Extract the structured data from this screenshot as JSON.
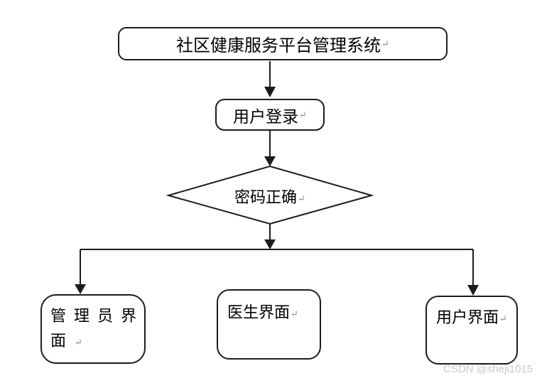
{
  "nodes": {
    "system": {
      "label": "社区健康服务平台管理系统"
    },
    "login": {
      "label": "用户登录"
    },
    "decision": {
      "label": "密码正确"
    },
    "admin": {
      "label": "管理员界面",
      "line1": "管理员界",
      "line2": "面"
    },
    "doctor": {
      "label": "医生界面"
    },
    "user": {
      "label": "用户界面"
    }
  },
  "marks": {
    "paragraph": "↵"
  },
  "watermark": {
    "text": "CSDN @sheji1015"
  },
  "colors": {
    "line": "#1c1c1c",
    "watermark": "#c8c6cf",
    "background": "#ffffff"
  }
}
